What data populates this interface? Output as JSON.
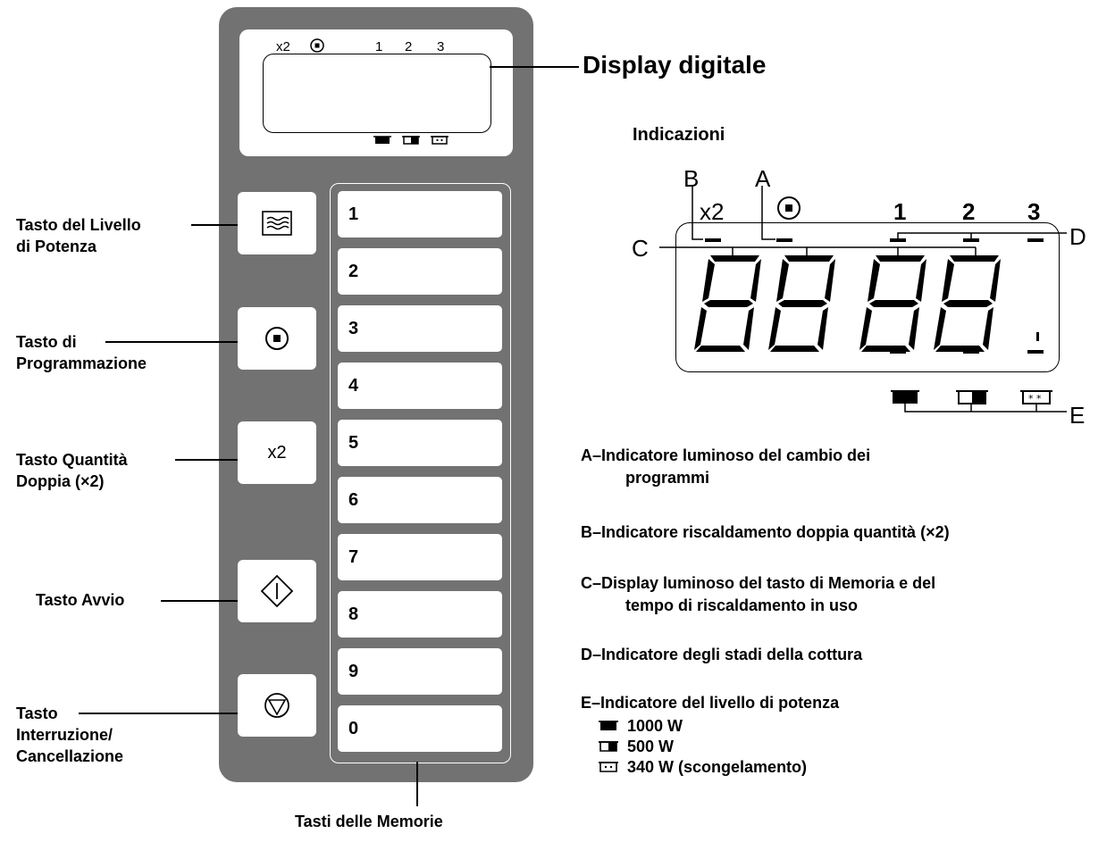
{
  "panel": {
    "mini_display": {
      "x2": "x2",
      "d1": "1",
      "d2": "2",
      "d3": "3"
    },
    "side_buttons": {
      "x2_label": "x2"
    },
    "keys": [
      "1",
      "2",
      "3",
      "4",
      "5",
      "6",
      "7",
      "8",
      "9",
      "0"
    ]
  },
  "labels": {
    "power_level_key": [
      "Tasto del Livello",
      "di Potenza"
    ],
    "program_key": [
      "Tasto di",
      "Programmazione"
    ],
    "double_qty_key": [
      "Tasto Quantità",
      "Doppia (×2)"
    ],
    "start_key": "Tasto Avvio",
    "stop_key": [
      "Tasto",
      "Interruzione/",
      "Cancellazione"
    ],
    "memory_keys": "Tasti delle Memorie"
  },
  "display_title": "Display digitale",
  "indications_title": "Indicazioni",
  "big_display": {
    "letters": {
      "A": "A",
      "B": "B",
      "C": "C",
      "D": "D",
      "E": "E"
    },
    "x2": "x2",
    "stages": [
      "1",
      "2",
      "3"
    ]
  },
  "legend": [
    {
      "key": "A–",
      "text": [
        "Indicatore luminoso del cambio dei",
        "programmi"
      ]
    },
    {
      "key": "B–",
      "text": [
        "Indicatore riscaldamento doppia quantità (×2)"
      ]
    },
    {
      "key": "C–",
      "text": [
        "Display luminoso del tasto di Memoria e del",
        "tempo di riscaldamento in uso"
      ]
    },
    {
      "key": "D–",
      "text": [
        "Indicatore degli stadi della cottura"
      ]
    },
    {
      "key": "E–",
      "text": [
        "Indicatore del livello di potenza"
      ]
    }
  ],
  "power_levels": [
    "1000 W",
    "500 W",
    "340 W (scongelamento)"
  ]
}
